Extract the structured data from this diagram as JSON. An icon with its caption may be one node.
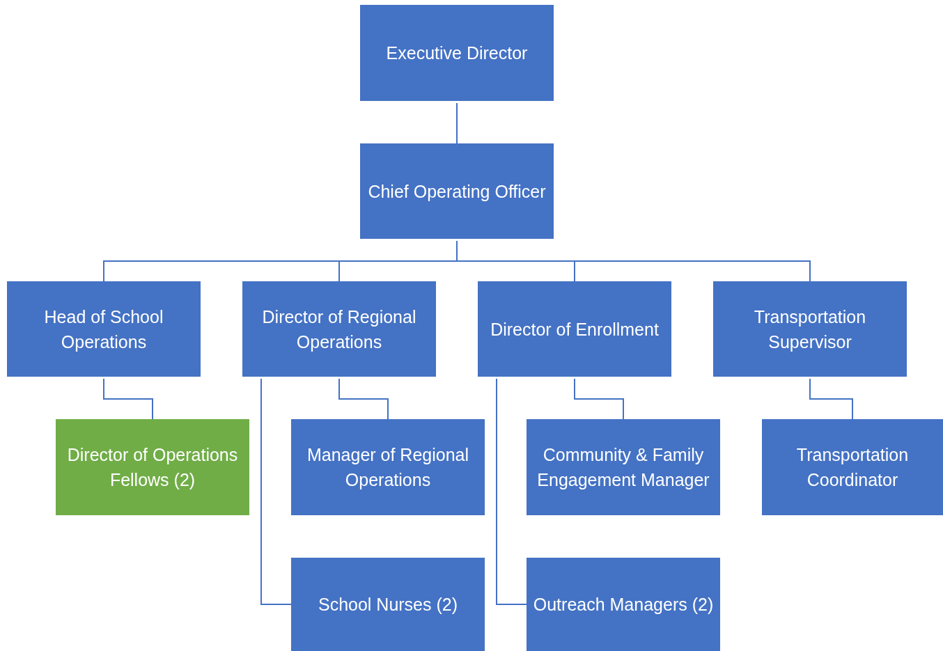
{
  "diagram": {
    "nodes": [
      {
        "text": [
          "Executive Director"
        ]
      },
      {
        "text": [
          "Chief Operating Officer"
        ]
      },
      {
        "text": [
          "Head of School Operations"
        ]
      },
      {
        "text": [
          "Director of Regional Operations"
        ]
      },
      {
        "text": [
          "Director of Enrollment"
        ]
      },
      {
        "text": [
          "Transportation Supervisor"
        ]
      },
      {
        "text": [
          "Director of Operations Fellows (2)"
        ]
      },
      {
        "text": [
          "Manager of Regional Operations"
        ]
      },
      {
        "text": [
          "School Nurses (2)"
        ]
      },
      {
        "text": [
          "Community & Family Engagement Manager"
        ]
      },
      {
        "text": [
          "Outreach Managers (2)"
        ]
      },
      {
        "text": [
          "Transportation Coordinator"
        ]
      }
    ],
    "edges": [
      {
        "from": 0,
        "to": 1,
        "arrow": "none"
      },
      {
        "from": 1,
        "to": 2,
        "arrow": "none"
      },
      {
        "from": 1,
        "to": 3,
        "arrow": "none"
      },
      {
        "from": 1,
        "to": 4,
        "arrow": "none"
      },
      {
        "from": 1,
        "to": 5,
        "arrow": "none"
      },
      {
        "from": 2,
        "to": 6,
        "arrow": "none"
      },
      {
        "from": 3,
        "to": 7,
        "arrow": "none"
      },
      {
        "from": 3,
        "to": 8,
        "arrow": "none"
      },
      {
        "from": 4,
        "to": 9,
        "arrow": "none"
      },
      {
        "from": 4,
        "to": 10,
        "arrow": "none"
      },
      {
        "from": 5,
        "to": 11,
        "arrow": "none"
      }
    ]
  }
}
